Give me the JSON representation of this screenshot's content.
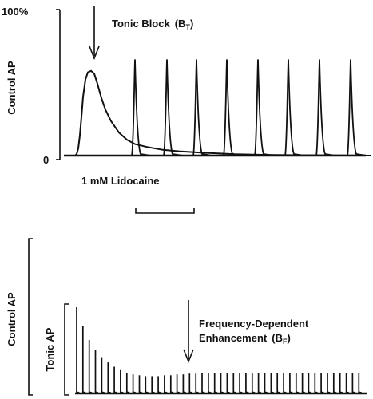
{
  "chart_data": [
    {
      "type": "line",
      "panel": "top",
      "ylabel": "Control AP",
      "y_tick_labels": [
        "100%",
        "0"
      ],
      "ylim": [
        0,
        100
      ],
      "annotations": {
        "arrow_label_main": "Tonic Block",
        "arrow_label_symbol": "(B",
        "arrow_label_sub": "T",
        "arrow_label_close": ")",
        "drug_label": "1 mM Lidocaine"
      },
      "series": [
        {
          "description": "broad_ap_trace",
          "x": [
            0,
            2,
            4,
            6,
            8,
            10,
            13,
            16,
            20,
            24,
            28,
            33,
            38,
            45,
            55,
            65,
            75,
            90,
            110,
            130,
            160,
            200,
            240,
            280,
            320,
            370
          ],
          "y": [
            0,
            1,
            5,
            14,
            27,
            41,
            53,
            58,
            59,
            57,
            50,
            40,
            32,
            24,
            16,
            11,
            8,
            6,
            4,
            3,
            2,
            1,
            0.5,
            0.3,
            0.2,
            0
          ]
        },
        {
          "description": "spike_train_peaks",
          "x": [
            75,
            115,
            152,
            190,
            229,
            267,
            306,
            345
          ],
          "y": [
            67,
            67,
            67,
            67,
            67,
            67,
            67,
            67
          ]
        }
      ],
      "scale_bar": true
    },
    {
      "type": "bar",
      "panel": "bottom",
      "ylabel_outer": "Control AP",
      "ylabel_inner": "Tonic AP",
      "annotations": {
        "arrow_label_line1": "Frequency-Dependent",
        "arrow_label_line2": "Enhancement",
        "arrow_label_symbol": "(B",
        "arrow_label_sub": "F",
        "arrow_label_close": ")"
      },
      "values": [
        1.0,
        0.78,
        0.62,
        0.5,
        0.42,
        0.36,
        0.31,
        0.27,
        0.24,
        0.22,
        0.21,
        0.2,
        0.2,
        0.2,
        0.21,
        0.21,
        0.22,
        0.22,
        0.23,
        0.23,
        0.24,
        0.24,
        0.24,
        0.24,
        0.24,
        0.24,
        0.24,
        0.24,
        0.24,
        0.24,
        0.24,
        0.24,
        0.24,
        0.24,
        0.24,
        0.24,
        0.24,
        0.24,
        0.24,
        0.24,
        0.24,
        0.24,
        0.24,
        0.24,
        0.24,
        0.24
      ],
      "ylim": [
        0,
        1
      ]
    }
  ]
}
